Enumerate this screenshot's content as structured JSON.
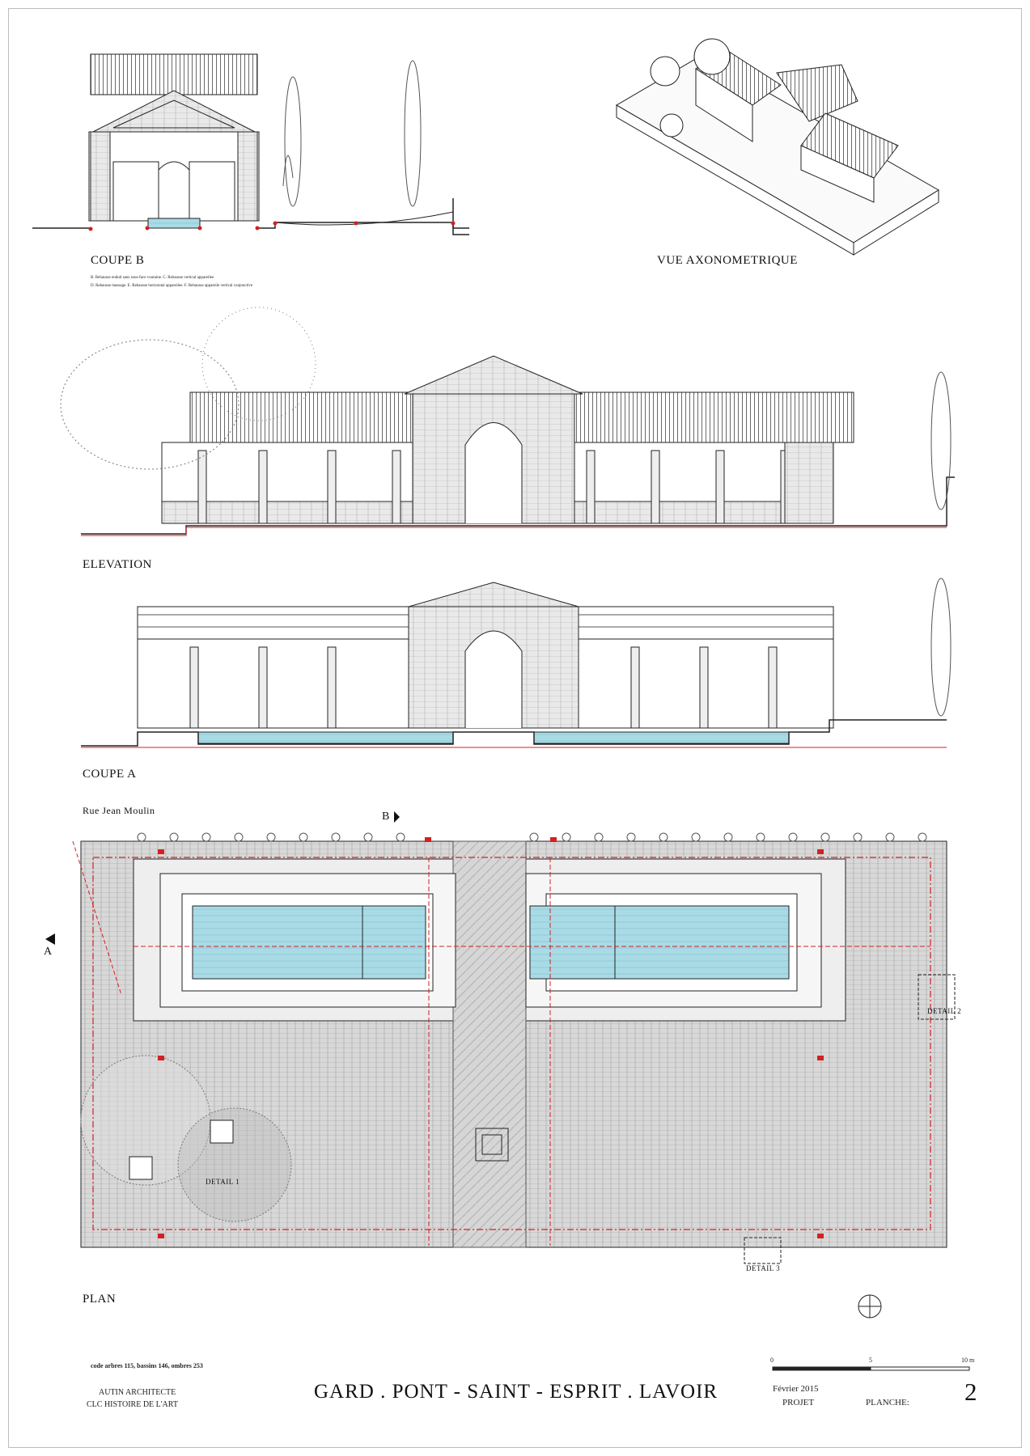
{
  "labels": {
    "coupe_b": "COUPE B",
    "vue_axo": "VUE AXONOMETRIQUE",
    "elevation": "ELEVATION",
    "coupe_a": "COUPE A",
    "plan": "PLAN",
    "street": "Rue Jean Moulin",
    "marker_a": "A",
    "marker_b": "B",
    "detail_1": "DETAIL 1",
    "detail_2": "DETAIL 2",
    "detail_3": "DETAIL 3"
  },
  "coupe_b_notes": {
    "legend": "B. Rehausse enduit sans sous-face voutaine. C. Rehausse vertical appareilee",
    "legend2": "D. Rehausse massage. E. Rehausse horizontal appareilee. F. Rehausse appareile vertical conjonctive"
  },
  "scale": {
    "t0": "0",
    "t5": "5",
    "t10": "10 m"
  },
  "footer": {
    "codes": "code arbres 115, bassins 146, ombres 253",
    "architect1": "AUTIN ARCHITECTE",
    "architect2": "CLC HISTOIRE DE L'ART",
    "title": "GARD . PONT - SAINT - ESPRIT . LAVOIR",
    "date": "Février 2015",
    "projet": "PROJET",
    "planche_label": "PLANCHE:",
    "planche_num": "2"
  },
  "colors": {
    "line": "#222222",
    "red": "#d42020",
    "water": "#a9dbe6",
    "wall_pink": "#f4cfd4",
    "grey": "#9c9c9c"
  }
}
